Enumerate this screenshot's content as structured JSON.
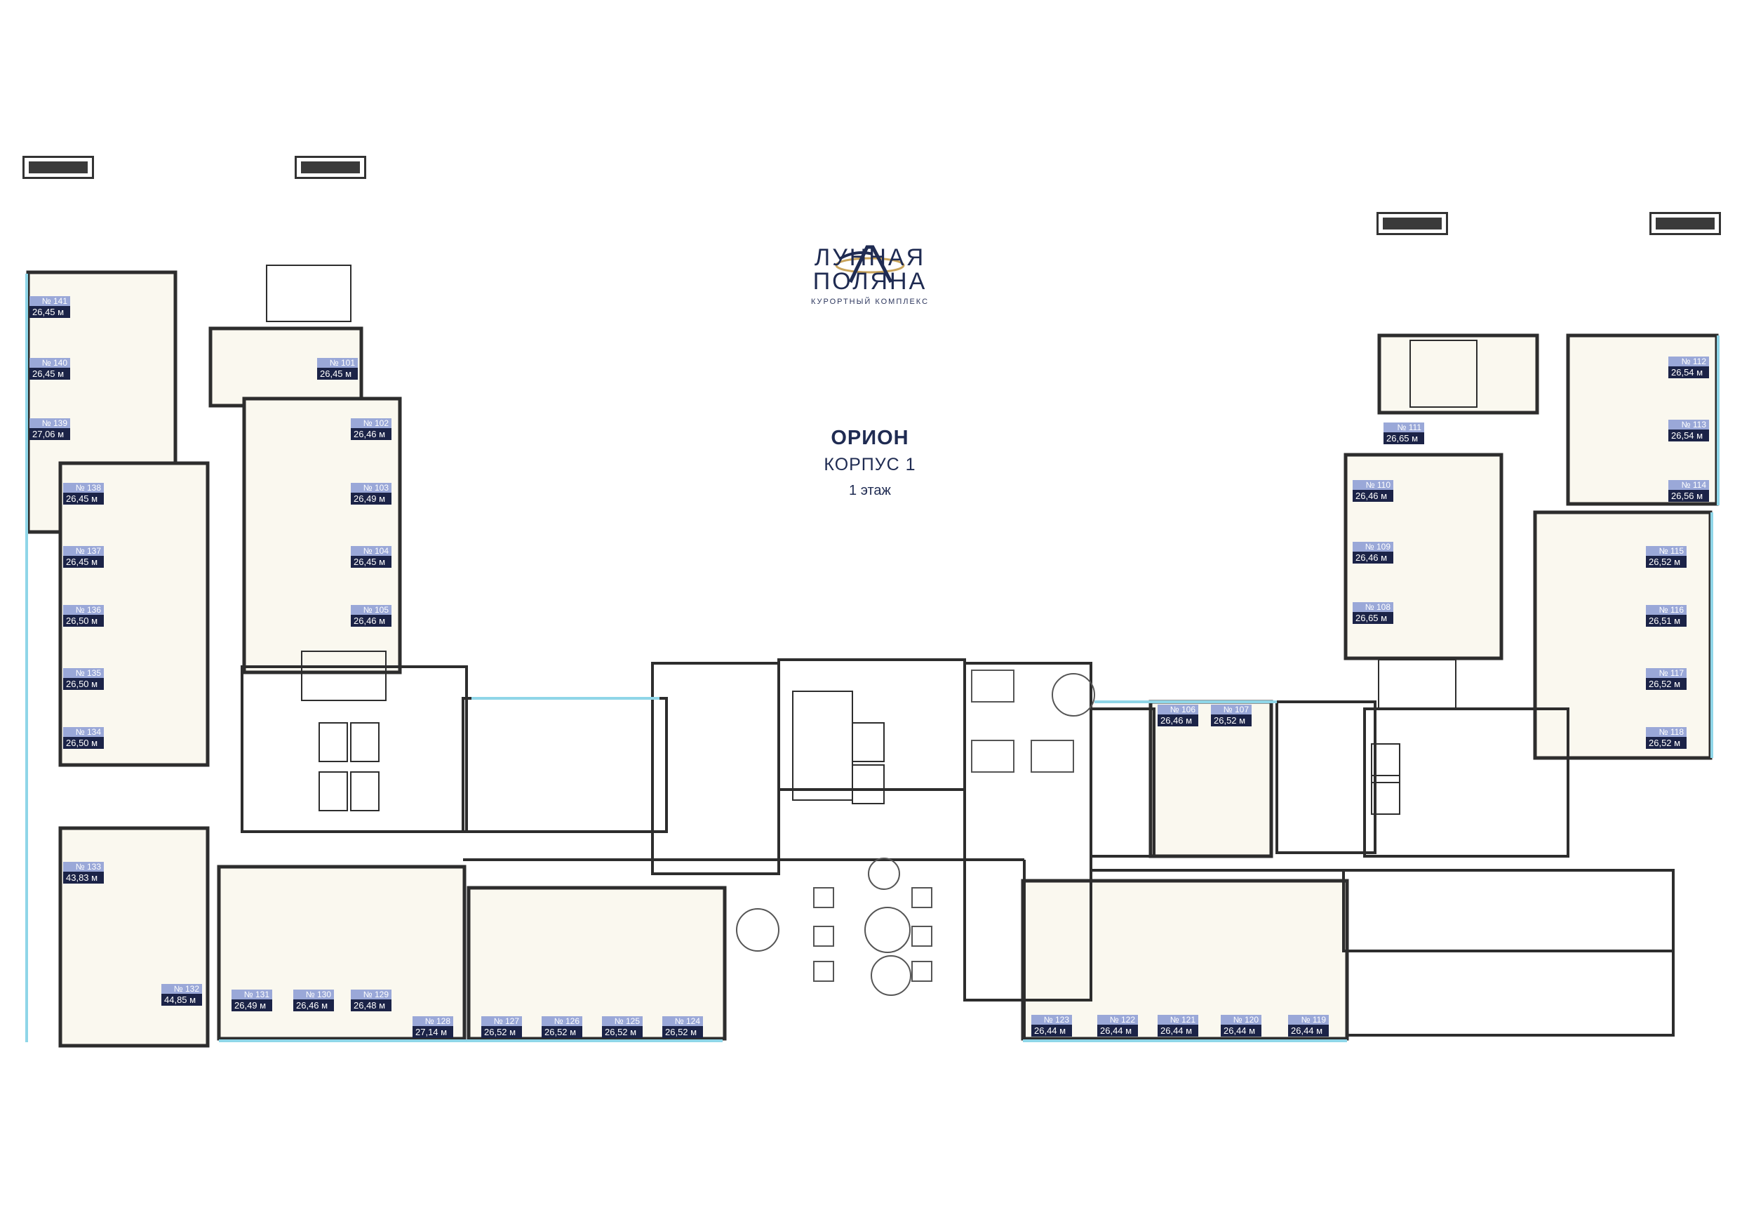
{
  "logo": {
    "name": "ЛУННАЯ ПОЛЯНА",
    "line1": "ЛУННАЯ",
    "line2": "ПОЛЯНА",
    "subtitle": "КУРОРТНЫЙ КОМПЛЕКС"
  },
  "building": {
    "title": "ОРИОН",
    "subtitle": "КОРПУС 1",
    "floor": "1 этаж"
  },
  "colors": {
    "walls": "#2d2d2d",
    "room_fill": "#faf8ef",
    "window": "#8fd6e8",
    "label_num": "#9aa8d8",
    "label_area": "#1b2347",
    "brand": "#1f2b52"
  },
  "units": [
    {
      "num": "№ 141",
      "area": "26,45 м"
    },
    {
      "num": "№ 140",
      "area": "26,45 м"
    },
    {
      "num": "№ 139",
      "area": "27,06 м"
    },
    {
      "num": "№ 138",
      "area": "26,45 м"
    },
    {
      "num": "№ 137",
      "area": "26,45 м"
    },
    {
      "num": "№ 136",
      "area": "26,50 м"
    },
    {
      "num": "№ 135",
      "area": "26,50 м"
    },
    {
      "num": "№ 134",
      "area": "26,50 м"
    },
    {
      "num": "№ 133",
      "area": "43,83 м"
    },
    {
      "num": "№ 132",
      "area": "44,85 м"
    },
    {
      "num": "№ 101",
      "area": "26,45 м"
    },
    {
      "num": "№ 102",
      "area": "26,46 м"
    },
    {
      "num": "№ 103",
      "area": "26,49 м"
    },
    {
      "num": "№ 104",
      "area": "26,45 м"
    },
    {
      "num": "№ 105",
      "area": "26,46 м"
    },
    {
      "num": "№ 131",
      "area": "26,49 м"
    },
    {
      "num": "№ 130",
      "area": "26,46 м"
    },
    {
      "num": "№ 129",
      "area": "26,48 м"
    },
    {
      "num": "№ 128",
      "area": "27,14 м"
    },
    {
      "num": "№ 127",
      "area": "26,52 м"
    },
    {
      "num": "№ 126",
      "area": "26,52 м"
    },
    {
      "num": "№ 125",
      "area": "26,52 м"
    },
    {
      "num": "№ 124",
      "area": "26,52 м"
    },
    {
      "num": "№ 106",
      "area": "26,46 м"
    },
    {
      "num": "№ 107",
      "area": "26,52 м"
    },
    {
      "num": "№ 123",
      "area": "26,44 м"
    },
    {
      "num": "№ 122",
      "area": "26,44 м"
    },
    {
      "num": "№ 121",
      "area": "26,44 м"
    },
    {
      "num": "№ 120",
      "area": "26,44 м"
    },
    {
      "num": "№ 119",
      "area": "26,44 м"
    },
    {
      "num": "№ 111",
      "area": "26,65 м"
    },
    {
      "num": "№ 110",
      "area": "26,46 м"
    },
    {
      "num": "№ 109",
      "area": "26,46 м"
    },
    {
      "num": "№ 108",
      "area": "26,65 м"
    },
    {
      "num": "№ 112",
      "area": "26,54 м"
    },
    {
      "num": "№ 113",
      "area": "26,54 м"
    },
    {
      "num": "№ 114",
      "area": "26,56 м"
    },
    {
      "num": "№ 115",
      "area": "26,52 м"
    },
    {
      "num": "№ 116",
      "area": "26,51 м"
    },
    {
      "num": "№ 117",
      "area": "26,52 м"
    },
    {
      "num": "№ 118",
      "area": "26,52 м"
    }
  ]
}
